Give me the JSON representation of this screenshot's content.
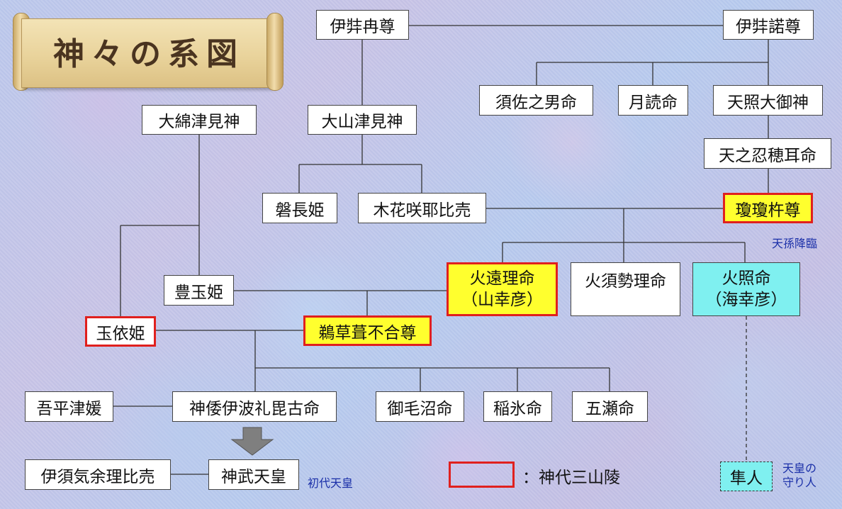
{
  "title": "神々の系図",
  "colors": {
    "red_border": "#e0201e",
    "yellow": "#ffff2e",
    "cyan": "#7ff0f0",
    "note_blue": "#1a2fa8"
  },
  "nodes": {
    "izanami": "伊弉冉尊",
    "izanagi": "伊弉諾尊",
    "susanoo": "須佐之男命",
    "tsukuyomi": "月読命",
    "amaterasu": "天照大御神",
    "oshihomimi": "天之忍穂耳命",
    "ninigi": "瓊瓊杵尊",
    "owatatsumi": "大綿津見神",
    "oyamatsumi": "大山津見神",
    "iwanaga": "磐長姫",
    "konohanasakuya": "木花咲耶比売",
    "hoori_name": "火遠理命",
    "hoori_alias": "（山幸彦）",
    "hosuseri": "火須勢理命",
    "hoderi_name": "火照命",
    "hoderi_alias": "（海幸彦）",
    "toyotama": "豊玉姫",
    "tamayori": "玉依姫",
    "ugaya": "鵜草葺不合尊",
    "ahiratsu": "吾平津媛",
    "kamuyamato": "神倭伊波礼毘古命",
    "mikenu": "御毛沼命",
    "inahi": "稲氷命",
    "itsuse": "五瀬命",
    "isuke": "伊須気余理比売",
    "jimmu": "神武天皇",
    "hayato": "隼人"
  },
  "notes": {
    "tenson": "天孫降臨",
    "first_emperor": "初代天皇",
    "guard_line1": "天皇の",
    "guard_line2": "守り人"
  },
  "legend": {
    "label": "：神代三山陵"
  }
}
